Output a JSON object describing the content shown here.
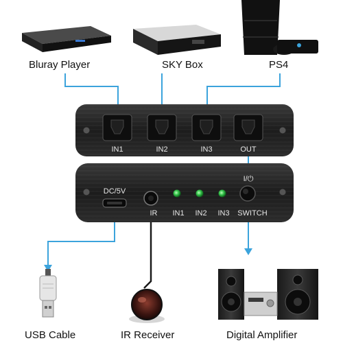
{
  "devices": {
    "bluray": {
      "label": "Bluray Player"
    },
    "skybox": {
      "label": "SKY Box"
    },
    "ps4": {
      "label": "PS4"
    },
    "usb": {
      "label": "USB Cable"
    },
    "ir": {
      "label": "IR Receiver"
    },
    "amp": {
      "label": "Digital Amplifier"
    }
  },
  "switch_top": {
    "ports": [
      "IN1",
      "IN2",
      "IN3",
      "OUT"
    ]
  },
  "switch_front": {
    "dc_label": "DC/5V",
    "ir_label": "IR",
    "leds": [
      "IN1",
      "IN2",
      "IN3"
    ],
    "switch_label": "SWITCH",
    "power_label": "I/⏻"
  },
  "colors": {
    "connector": "#3ba3dc",
    "case": "#1e1e1e",
    "led": "#34c24a"
  }
}
